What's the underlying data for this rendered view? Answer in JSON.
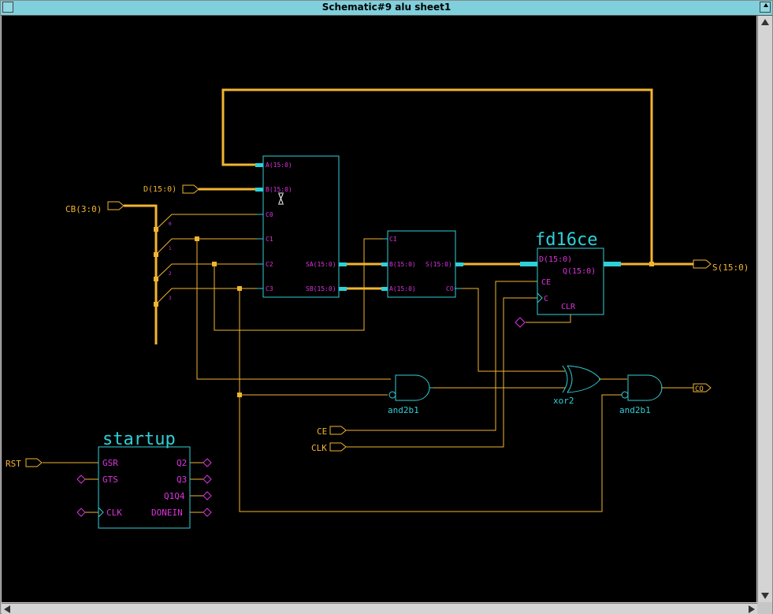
{
  "window": {
    "title": "Schematic#9 alu sheet1"
  },
  "colors": {
    "background": "#000000",
    "wire": "#f2b530",
    "bus": "#f2b530",
    "symbol": "#2fd0d8",
    "pin": "#dd33dd",
    "port": "#f2b530",
    "titlebar": "#7fd0dc"
  },
  "ports": {
    "d_in": "D(15:0)",
    "cb_in": "CB(3:0)",
    "s_out": "S(15:0)",
    "co_out": "CO",
    "ce_in": "CE",
    "clk_in": "CLK",
    "rst_in": "RST"
  },
  "bus_taps": {
    "t0": "0",
    "t1": "1",
    "t2": "2",
    "t3": "3"
  },
  "control": {
    "pins": {
      "a": "A(15:0)",
      "b": "B(15:0)",
      "c0": "C0",
      "c1": "C1",
      "c2": "C2",
      "c3": "C3",
      "sa": "SA(15:0)",
      "sb": "SB(15:0)"
    }
  },
  "adder": {
    "pins": {
      "ci": "CI",
      "b": "B(15:0)",
      "a": "A(15:0)",
      "s": "S(15:0)",
      "co": "CO"
    }
  },
  "register": {
    "name": "fd16ce",
    "pins": {
      "d": "D(15:0)",
      "q": "Q(15:0)",
      "ce": "CE",
      "c": "C",
      "clr": "CLR"
    }
  },
  "gates": {
    "and1": "and2b1",
    "xor": "xor2",
    "and2": "and2b1"
  },
  "startup": {
    "name": "startup",
    "pins": {
      "gsr": "GSR",
      "gts": "GTS",
      "clk": "CLK",
      "q2": "Q2",
      "q3": "Q3",
      "q1q4": "Q1Q4",
      "donein": "DONEIN"
    }
  }
}
